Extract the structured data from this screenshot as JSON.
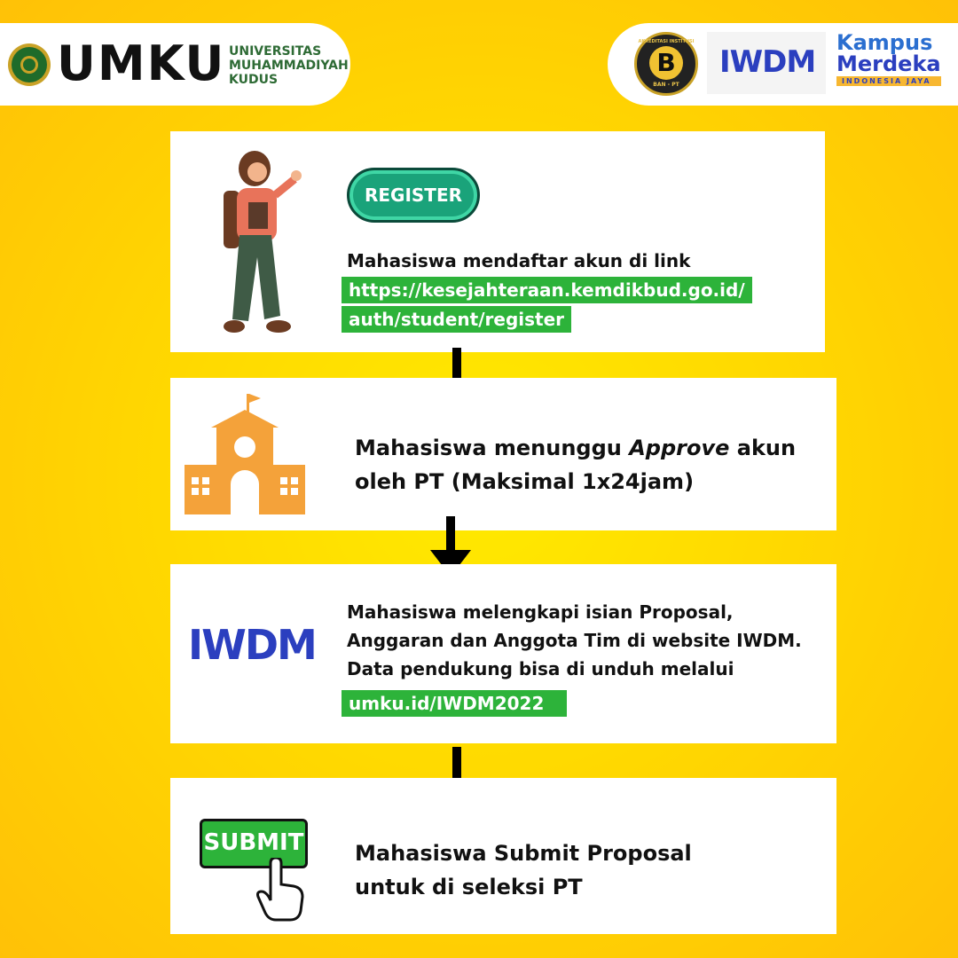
{
  "header": {
    "university_logo_text": "UMKU",
    "university_name": [
      "UNIVERSITAS",
      "MUHAMMADIYAH",
      "KUDUS"
    ],
    "accreditation_badge": {
      "top": "AKREDITASI INSTITUSI",
      "grade": "B",
      "bottom": "BAN - PT"
    },
    "iwdm_logo": "IWDM",
    "kampus_merdeka": {
      "line1": "Kampus",
      "line2": "Merdeka",
      "tag": "INDONESIA JAYA"
    }
  },
  "steps": [
    {
      "button": "REGISTER",
      "text": "Mahasiswa mendaftar akun di link",
      "link_lines": [
        "https://kesejahteraan.kemdikbud.go.id/",
        "auth/student/register"
      ]
    },
    {
      "text_before": "Mahasiswa menunggu ",
      "text_italic": "Approve",
      "text_after": " akun",
      "line2": "oleh PT (Maksimal 1x24jam)"
    },
    {
      "lines": [
        "Mahasiswa melengkapi isian Proposal,",
        "Anggaran dan Anggota Tim di website IWDM.",
        "Data pendukung bisa di unduh melalui"
      ],
      "link": "umku.id/IWDM2022",
      "logo": "IWDM"
    },
    {
      "button": "SUBMIT",
      "lines": [
        "Mahasiswa Submit Proposal",
        "untuk di seleksi PT"
      ]
    }
  ],
  "colors": {
    "green": "#2db33a",
    "orange": "#f4a23a",
    "blue": "#2b3fbf",
    "teal": "#1aa39a"
  }
}
